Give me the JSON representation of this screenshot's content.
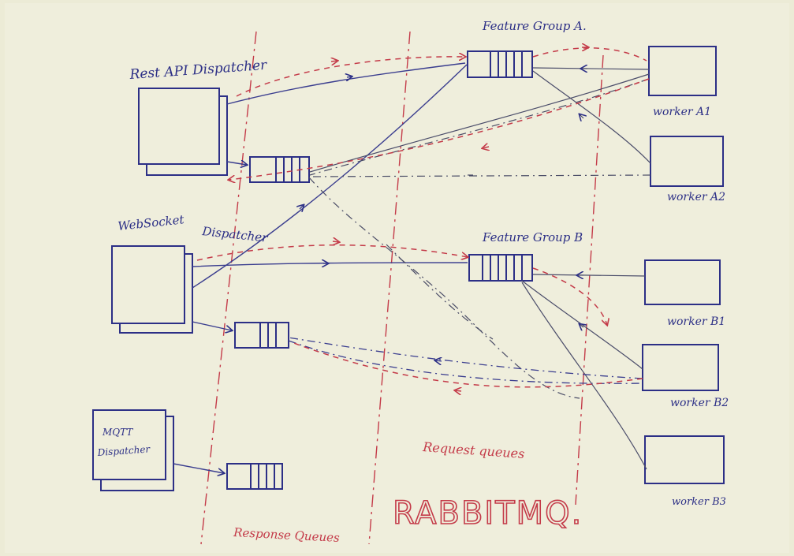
{
  "labels": {
    "rest_api_dispatcher": "Rest API Dispatcher",
    "websocket_dispatcher_line1": "WebSocket",
    "websocket_dispatcher_line2": "Dispatcher",
    "mqtt_dispatcher_line1": "MQTT",
    "mqtt_dispatcher_line2": "Dispatcher",
    "feature_group_a": "Feature Group A.",
    "feature_group_b": "Feature Group B",
    "worker_a1": "worker A1",
    "worker_a2": "worker A2",
    "worker_b1": "worker B1",
    "worker_b2": "worker B2",
    "worker_b3": "worker B3",
    "request_queues": "Request queues",
    "response_queues": "Response Queues",
    "rabbitmq": "RABBITMQ."
  },
  "colors": {
    "ink_blue": "#2c2f86",
    "ink_red": "#c43b49",
    "paper": "#efeedc"
  }
}
